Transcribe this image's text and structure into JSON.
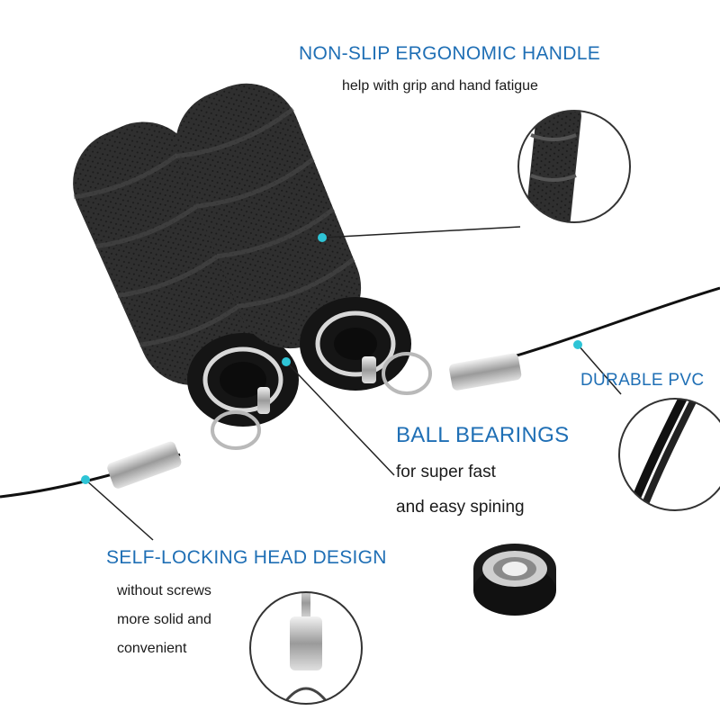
{
  "features": {
    "handle": {
      "title": "NON-SLIP ERGONOMIC HANDLE",
      "description": "help with grip and hand fatigue"
    },
    "cable": {
      "title": "DURABLE PVC"
    },
    "bearings": {
      "title": "BALL BEARINGS",
      "description_line1": "for super fast",
      "description_line2": "and easy spining"
    },
    "head": {
      "title": "SELF-LOCKING HEAD DESIGN",
      "description_line1": "without screws",
      "description_line2": "more solid and",
      "description_line3": "convenient"
    }
  },
  "colors": {
    "title_text": "#1f6fb5",
    "marker_dot": "#2ec4d6",
    "handle": "#2b2b2b",
    "cable": "#111111",
    "metal": "#c8c8c8"
  },
  "icons": [
    "grip-detail-icon",
    "cable-detail-icon",
    "bearing-detail-icon",
    "lock-head-detail-icon"
  ]
}
